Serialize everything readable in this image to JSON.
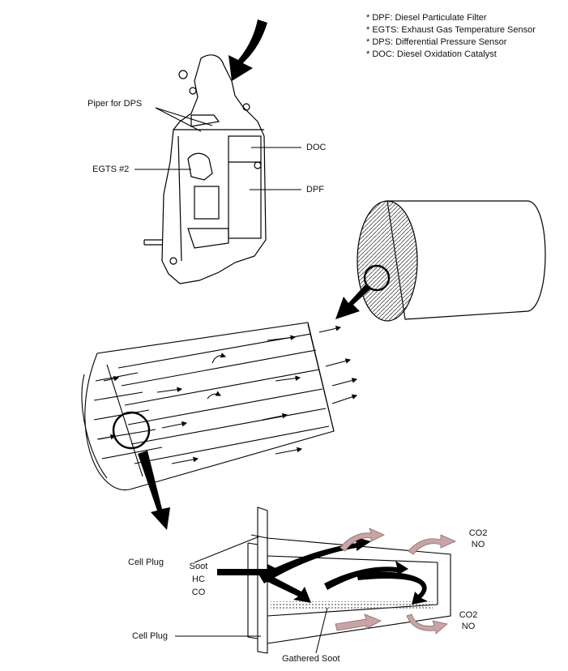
{
  "legend": [
    "* DPF: Diesel Particulate Filter",
    "* EGTS: Exhaust Gas Temperature Sensor",
    "* DPS: Differential Pressure Sensor",
    "* DOC: Diesel Oxidation Catalyst"
  ],
  "labels": {
    "piper_dps": "Piper for DPS",
    "egts2": "EGTS #2",
    "doc": "DOC",
    "dpf": "DPF",
    "cell_plug_top": "Cell Plug",
    "cell_plug_bottom": "Cell Plug",
    "soot": "Soot",
    "hc": "HC",
    "co": "CO",
    "co2_top": "CO2",
    "no_top": "NO",
    "co2_bottom": "CO2",
    "no_bottom": "NO",
    "gathered_soot": "Gathered Soot"
  }
}
